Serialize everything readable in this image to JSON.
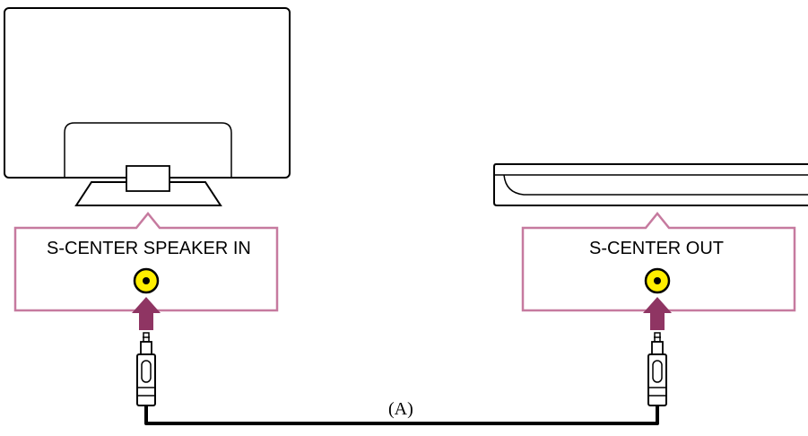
{
  "labels": {
    "tv_port": "S-CENTER SPEAKER IN",
    "soundbar_port": "S-CENTER OUT",
    "cable": "(A)"
  },
  "icons": {
    "jack": "yellow-rca-jack-icon",
    "arrow": "connection-arrow-icon",
    "plug": "mini-plug-icon"
  },
  "colors": {
    "callout_border": "#c67a9f",
    "arrow": "#8f3563",
    "jack_fill": "#ffee00",
    "outline": "#000000"
  }
}
